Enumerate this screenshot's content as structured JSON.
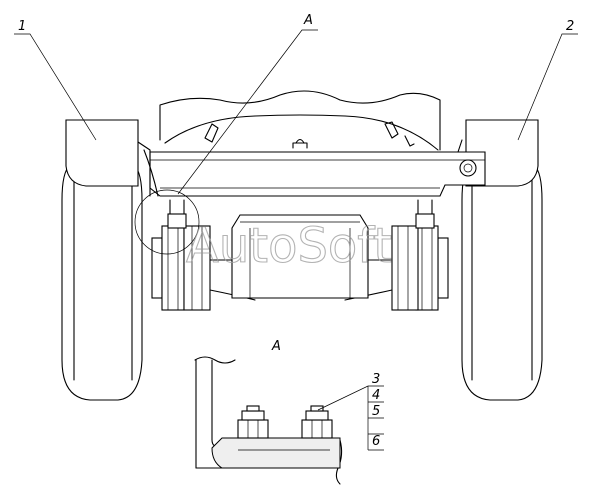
{
  "callouts": {
    "part_1": "1",
    "part_2": "2",
    "view_ref": "A",
    "view_title": "A",
    "part_3": "3",
    "part_4": "4",
    "part_5": "5",
    "part_6": "6"
  },
  "watermark": "AutoSoft"
}
